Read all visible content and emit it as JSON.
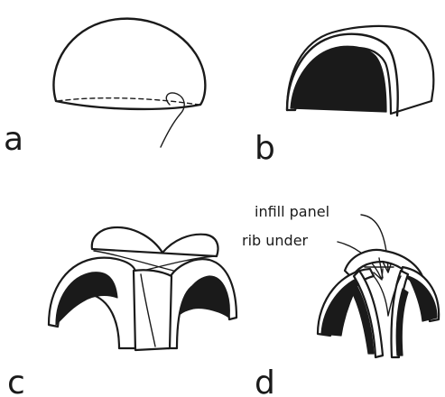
{
  "panels": [
    {
      "id": "a",
      "label": "a",
      "subject": "dome"
    },
    {
      "id": "b",
      "label": "b",
      "subject": "barrel vault"
    },
    {
      "id": "c",
      "label": "c",
      "subject": "groin vault"
    },
    {
      "id": "d",
      "label": "d",
      "subject": "rib vault"
    }
  ],
  "annotations": {
    "infill_panel": "infill panel",
    "rib_under": "rib under"
  },
  "colors": {
    "ink": "#1a1a1a",
    "background": "#ffffff"
  }
}
